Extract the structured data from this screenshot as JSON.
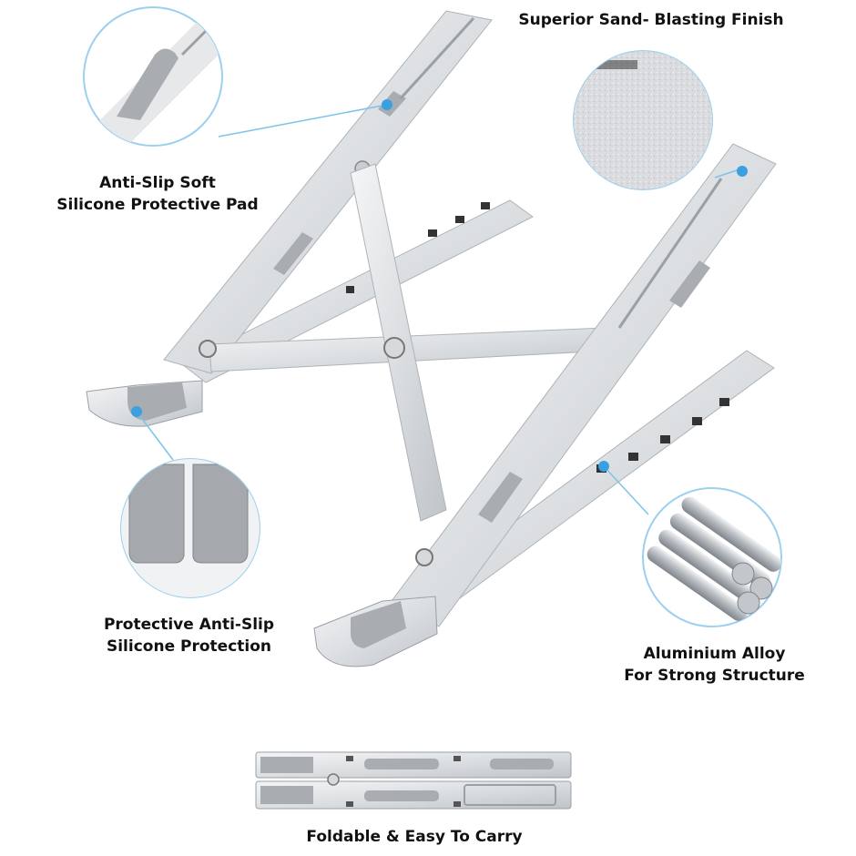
{
  "callouts": {
    "top_right": {
      "lines": [
        "Superior Sand- Blasting Finish"
      ]
    },
    "top_left": {
      "lines": [
        "Anti-Slip Soft",
        "Silicone Protective Pad"
      ]
    },
    "mid_left": {
      "lines": [
        "Protective Anti-Slip",
        "Silicone Protection"
      ]
    },
    "mid_right": {
      "lines": [
        "Aluminium Alloy",
        "For Strong Structure"
      ]
    },
    "bottom": {
      "lines": [
        "Foldable & Easy To Carry"
      ]
    }
  },
  "colors": {
    "accent": "#3aa0e0",
    "metal_light": "#eceef0",
    "metal_mid": "#c9cdd2",
    "metal_dark": "#9aa0a6",
    "pad": "#a9adb2",
    "text": "#111111"
  },
  "icons": [
    "sand-texture-icon",
    "silicone-pad-icon",
    "silicone-feet-icon",
    "aluminium-rods-icon"
  ]
}
